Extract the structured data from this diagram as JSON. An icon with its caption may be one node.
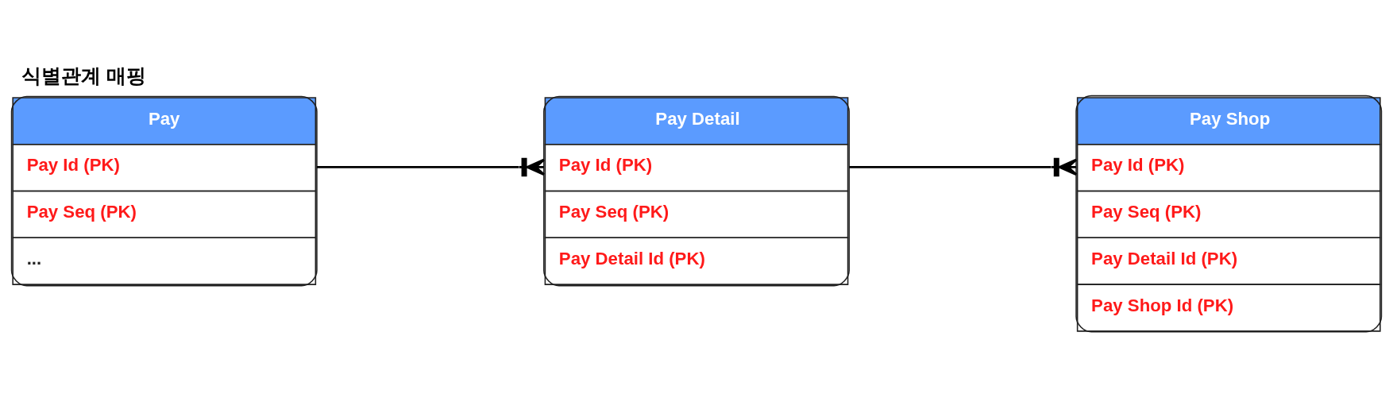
{
  "diagram": {
    "title": "식별관계 매핑",
    "nodes": [
      {
        "text": [
          "Pay",
          "Pay Id (PK)",
          "Pay Seq (PK)",
          "..."
        ]
      },
      {
        "text": [
          "Pay Detail",
          "Pay Id (PK)",
          "Pay Seq (PK)",
          "Pay Detail Id (PK)"
        ]
      },
      {
        "text": [
          "Pay Shop",
          "Pay Id (PK)",
          "Pay Seq (PK)",
          "Pay Detail Id (PK)",
          "Pay Shop Id (PK)"
        ]
      }
    ],
    "edges": [
      {
        "from": 0,
        "to": 1,
        "arrow": "other"
      },
      {
        "from": 1,
        "to": 2,
        "arrow": "other"
      }
    ]
  }
}
